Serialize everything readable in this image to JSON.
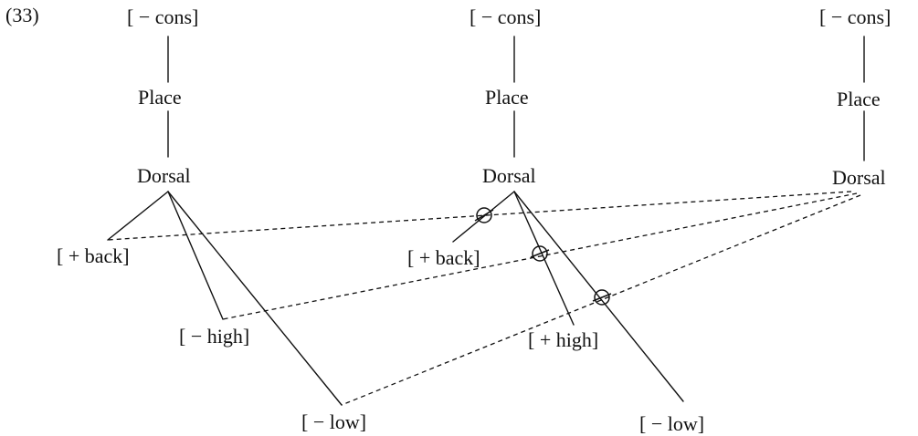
{
  "example_number": "(33)",
  "colors": {
    "ink": "#111111",
    "background": "#ffffff"
  },
  "trees": [
    {
      "root": "[ − cons]",
      "place": "Place",
      "dorsal": "Dorsal",
      "back": "[ + back]",
      "high": "[ − high]",
      "low": "[ − low]"
    },
    {
      "root": "[ − cons]",
      "place": "Place",
      "dorsal": "Dorsal",
      "back": "[ + back]",
      "high": "[ + high]",
      "low": "[ − low]"
    },
    {
      "root": "[ − cons]",
      "place": "Place",
      "dorsal": "Dorsal"
    }
  ]
}
